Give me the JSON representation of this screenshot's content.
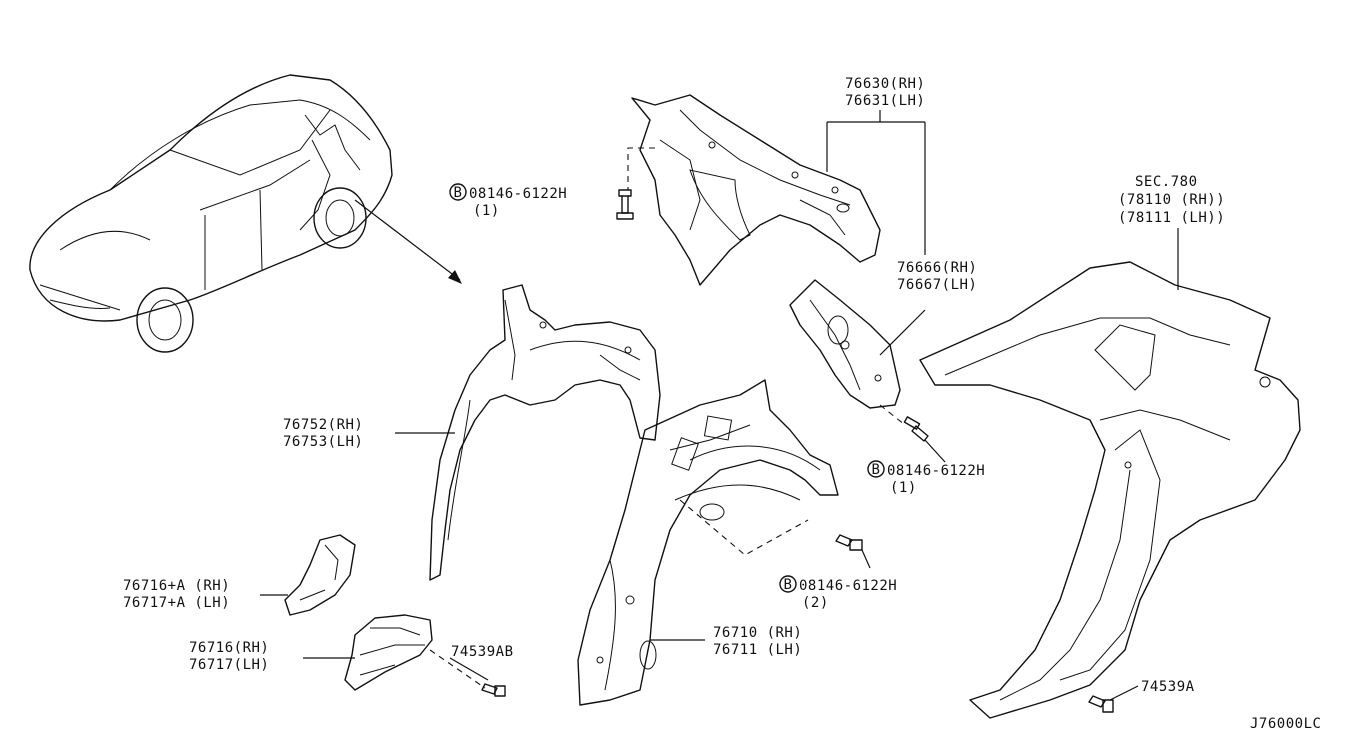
{
  "diagram_id": "J76000LC",
  "bolt_symbol": "B",
  "labels": {
    "wheelhouse_upper_rh": "76630(RH)",
    "wheelhouse_upper_lh": "76631(LH)",
    "bolt_top": "08146-6122H",
    "bolt_top_qty": "(1)",
    "sec_ref": "SEC.780",
    "fender_rh": "(78110 (RH))",
    "fender_lh": "(78111 (LH))",
    "ext_rh": "76666(RH)",
    "ext_lh": "76667(LH)",
    "bolt_right": "08146-6122H",
    "bolt_right_qty": "(1)",
    "inner_rh": "76752(RH)",
    "inner_lh": "76753(LH)",
    "bolt_mid": "08146-6122H",
    "bolt_mid_qty": "(2)",
    "brace_a_rh": "76716+A (RH)",
    "brace_a_lh": "76717+A (LH)",
    "brace_rh": "76716(RH)",
    "brace_lh": "76717(LH)",
    "clip_ab": "74539AB",
    "wheelhouse_rh": "76710 (RH)",
    "wheelhouse_lh": "76711 (LH)",
    "clip_a": "74539A"
  }
}
